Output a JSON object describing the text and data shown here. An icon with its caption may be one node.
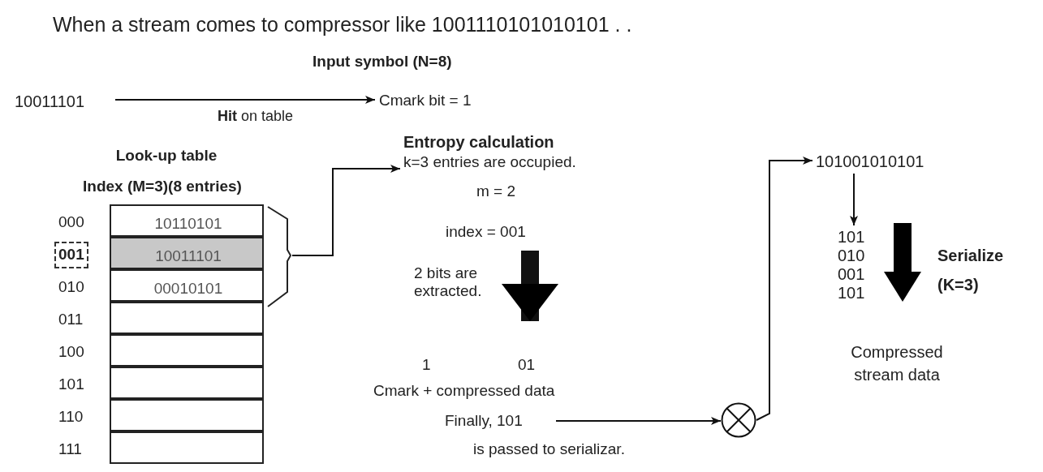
{
  "diagram": {
    "title": "When a stream comes to compressor like 1001110101010101 . .",
    "nodes": [
      {
        "text": [
          "10011101"
        ]
      },
      {
        "text": [
          "Cmark bit = 1"
        ]
      },
      {
        "text": [
          "Look-up table",
          "Index (M=3)(8 entries)"
        ]
      },
      {
        "text": [
          "10110101"
        ],
        "in": 2
      },
      {
        "text": [
          "10011101"
        ],
        "in": 2
      },
      {
        "text": [
          "00010101"
        ],
        "in": 2
      },
      {
        "text": [],
        "shape": "box",
        "in": 2
      },
      {
        "text": [],
        "shape": "box",
        "in": 2
      },
      {
        "text": [],
        "shape": "box",
        "in": 2
      },
      {
        "text": [],
        "shape": "box",
        "in": 2
      },
      {
        "text": [],
        "shape": "box",
        "in": 2
      },
      {
        "text": [
          "Entropy calculation",
          "k=3 entries are occupied.",
          "m = 2",
          "index = 001"
        ]
      },
      {
        "text": [
          "1",
          "01",
          "Cmark + compressed data"
        ]
      },
      {
        "text": [
          "Finally, 101"
        ],
        "beside": [
          "is passed to serializar."
        ]
      },
      {
        "text": [],
        "shape": "circle"
      },
      {
        "text": [
          "101001010101"
        ]
      },
      {
        "text": [
          "101",
          "010",
          "001",
          "101"
        ]
      },
      {
        "text": [
          "Compressed stream data"
        ]
      }
    ],
    "edges": [
      {
        "from": 0,
        "to": 1,
        "arrow": "to",
        "label": "**Hit** on table"
      },
      {
        "from": 2,
        "to": 11,
        "arrow": "to"
      },
      {
        "from": 11,
        "to": 12,
        "arrow": "to",
        "style": "thick",
        "label": "2 bits are extracted."
      },
      {
        "from": 13,
        "to": 14,
        "arrow": "to"
      },
      {
        "from": 14,
        "to": 15,
        "arrow": "to"
      },
      {
        "from": 15,
        "to": 16,
        "arrow": "to"
      }
    ],
    "labels": [
      "Input symbol (N=8)",
      "000",
      "001",
      "010",
      "011",
      "100",
      "101",
      "110",
      "111",
      "Serialize",
      "(K=3)"
    ]
  }
}
